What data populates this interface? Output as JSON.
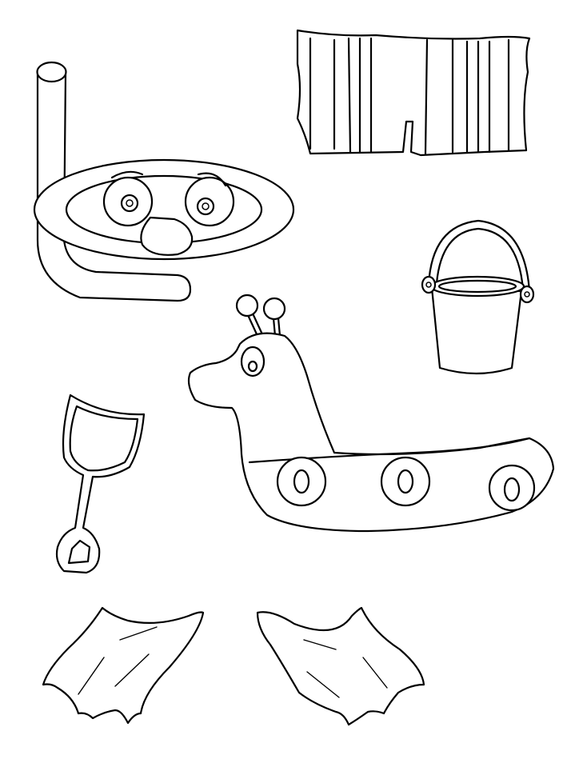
{
  "page": {
    "kind": "coloring-page",
    "background": "#ffffff",
    "line_color": "#000000"
  },
  "items": [
    {
      "id": "snorkel-mask",
      "icon": "snorkel-mask-icon"
    },
    {
      "id": "swim-trunks",
      "icon": "swim-trunks-icon"
    },
    {
      "id": "sand-bucket",
      "icon": "bucket-icon"
    },
    {
      "id": "snail-float",
      "icon": "snail-pool-float-icon"
    },
    {
      "id": "sand-shovel",
      "icon": "shovel-icon"
    },
    {
      "id": "left-flipper",
      "icon": "flipper-icon"
    },
    {
      "id": "right-flipper",
      "icon": "flipper-icon"
    }
  ]
}
